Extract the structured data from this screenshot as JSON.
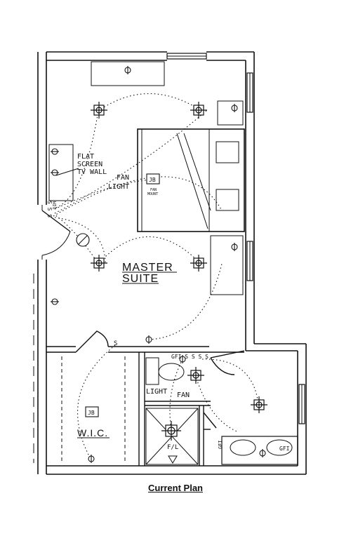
{
  "caption": "Current Plan",
  "rooms": {
    "master_line1": "MASTER",
    "master_line2": "SUITE",
    "wic": "W.I.C."
  },
  "labels": {
    "flat_screen_1": "FLAT",
    "flat_screen_2": "SCREEN",
    "flat_screen_3": "TV WALL",
    "fan_light_1": "FAN",
    "fan_light_2": "LIGHT",
    "jb": "JB",
    "fan_mount_1": "FAN",
    "fan_mount_2": "MOUNT",
    "switches_left": "S S S",
    "dim": "DIM",
    "switch_s": "S",
    "gfi_s": "GFI S S S S",
    "bath_light": "LIGHT",
    "bath_fan": "FAN",
    "fl": "F/L",
    "gfi_vert": "GFI",
    "gfi_right": "GFI"
  }
}
